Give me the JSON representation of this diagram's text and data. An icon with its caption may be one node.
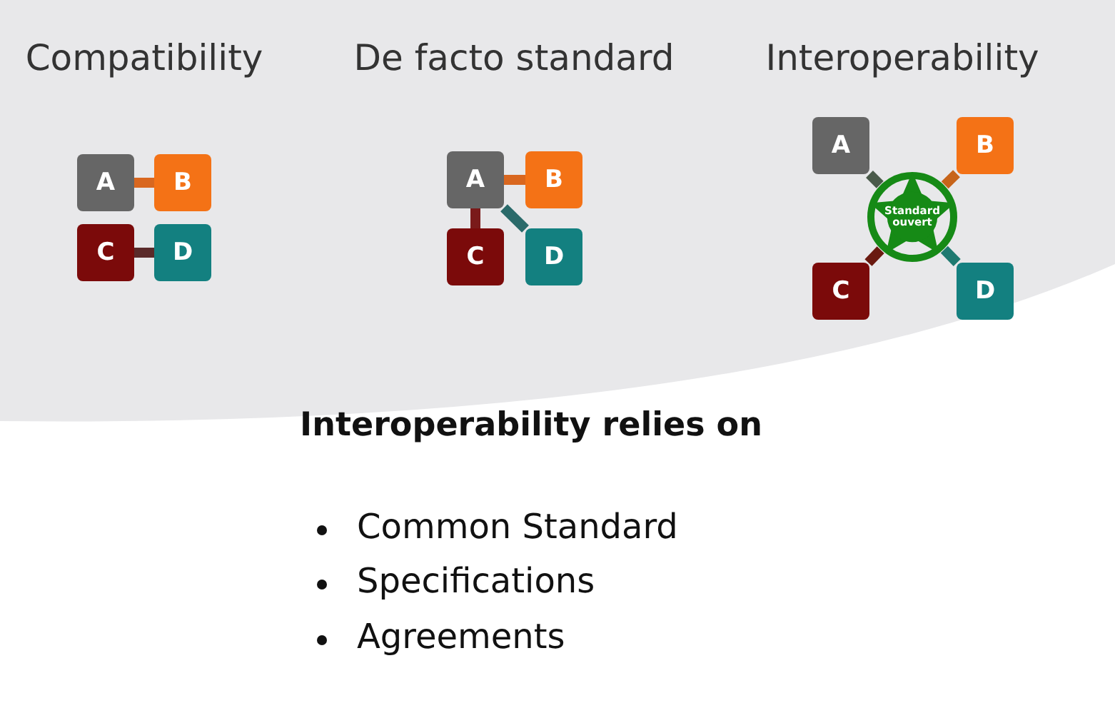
{
  "diagram": {
    "nodes": [
      {
        "text": [
          "A"
        ]
      },
      {
        "text": [
          "B"
        ]
      },
      {
        "text": [
          "C"
        ]
      },
      {
        "text": [
          "D"
        ]
      },
      {
        "text": [
          "A"
        ]
      },
      {
        "text": [
          "B"
        ]
      },
      {
        "text": [
          "C"
        ]
      },
      {
        "text": [
          "D"
        ]
      },
      {
        "text": [
          "A"
        ]
      },
      {
        "text": [
          "B"
        ]
      },
      {
        "text": [
          "C"
        ]
      },
      {
        "text": [
          "D"
        ]
      },
      {
        "text": [
          "Standard ouvert"
        ]
      }
    ],
    "edges": [
      {
        "from": 0,
        "to": 1,
        "arrow": "none",
        "color": "#d9671f"
      },
      {
        "from": 2,
        "to": 3,
        "arrow": "none",
        "color": "#5a2a2a"
      },
      {
        "from": 4,
        "to": 5,
        "arrow": "none",
        "color": "#d9671f"
      },
      {
        "from": 4,
        "to": 6,
        "arrow": "none",
        "color": "#7a1a1a"
      },
      {
        "from": 4,
        "to": 7,
        "arrow": "none",
        "color": "#2a6a6a"
      },
      {
        "from": 8,
        "to": 12,
        "arrow": "none",
        "color": "#4a5a4a"
      },
      {
        "from": 9,
        "to": 12,
        "arrow": "none",
        "color": "#c7641a"
      },
      {
        "from": 10,
        "to": 12,
        "arrow": "none",
        "color": "#6a1a10"
      },
      {
        "from": 11,
        "to": 12,
        "arrow": "none",
        "color": "#1e7a70"
      }
    ],
    "labels": [
      "Compatibility",
      "De facto standard",
      "Interoperability",
      "Interoperability relies on",
      "Common Standard",
      "Specifications",
      "Agreements"
    ]
  }
}
